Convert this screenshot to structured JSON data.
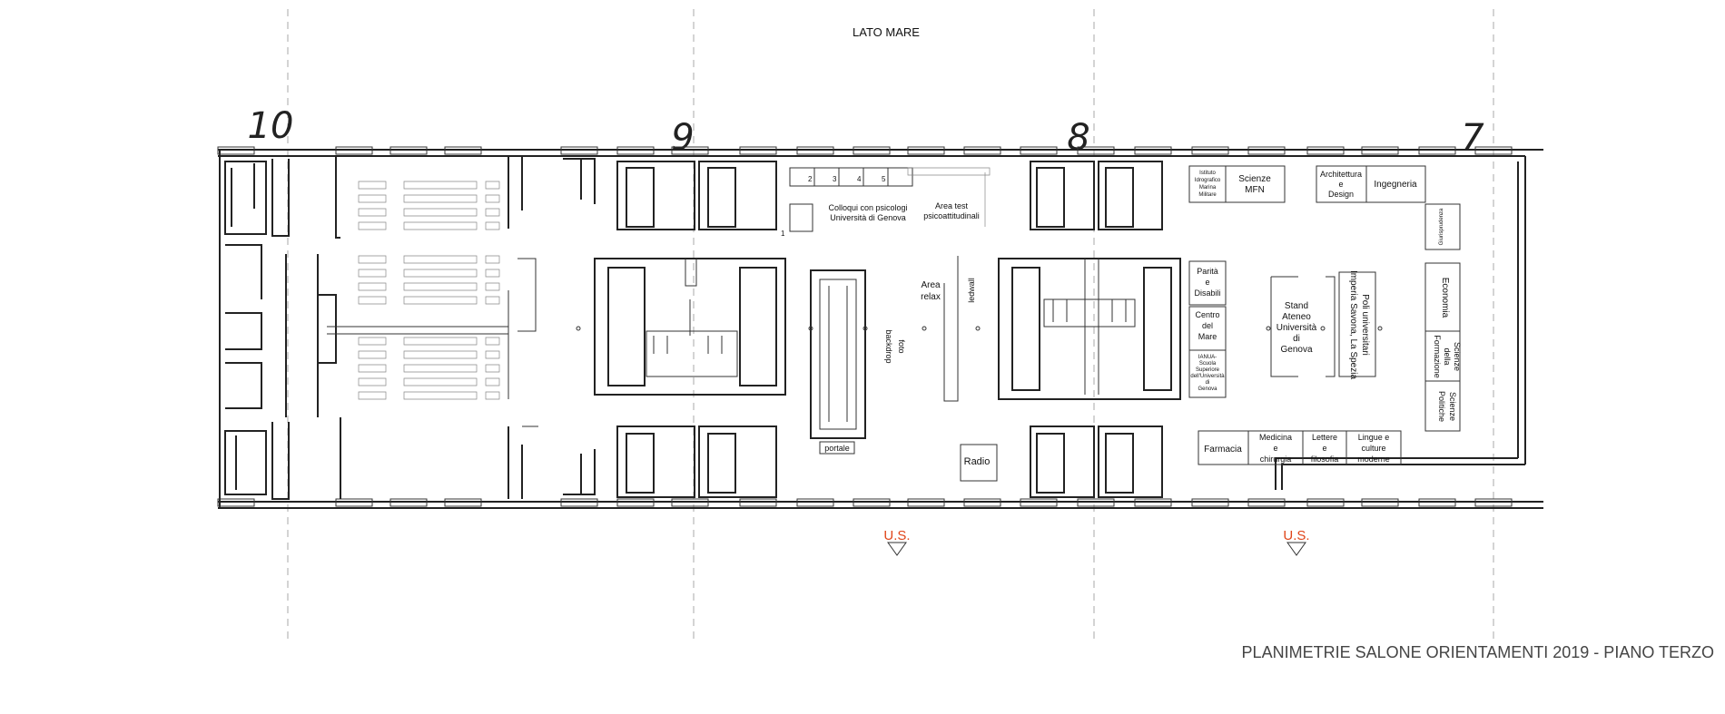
{
  "header": {
    "lato": "LATO MARE"
  },
  "axes": [
    "10",
    "9",
    "8",
    "7"
  ],
  "exits": [
    "U.S.",
    "U.S."
  ],
  "title": "PLANIMETRIE SALONE ORIENTAMENTI 2019 - PIANO TERZO",
  "booths": {
    "marina": [
      "Istituto",
      "Idrografico",
      "Marina",
      "Militare"
    ],
    "scienze_mfn": [
      "Scienze",
      "MFN"
    ],
    "architettura": [
      "Architettura",
      "e",
      "Design"
    ],
    "ingegneria": "Ingegneria",
    "giurisprudenza": "Giurisprudenza",
    "economia": "Economia",
    "formazione": [
      "Scienze",
      "della",
      "Formazione"
    ],
    "politiche": [
      "Scienze",
      "Politiche"
    ],
    "parita": [
      "Parità",
      "e",
      "Disabili"
    ],
    "centro_mare": [
      "Centro",
      "del",
      "Mare"
    ],
    "iANUA": [
      "IANUA-",
      "Scuola",
      "Superiore",
      "dell'Università",
      "di",
      "Genova"
    ],
    "stand": [
      "Stand",
      "Ateneo",
      "Università",
      "di",
      "Genova"
    ],
    "poli": [
      "Poli universitari",
      "Imperia Savona, La Spezia"
    ],
    "farmacia": "Farmacia",
    "medicina": [
      "Medicina",
      "e",
      "chirurgia"
    ],
    "lettere": [
      "Lettere",
      "e",
      "filosofia"
    ],
    "lingue": [
      "Lingue e",
      "culture",
      "moderne"
    ],
    "colloqui": [
      "Colloqui con psicologi",
      "Università di Genova"
    ],
    "area_test": [
      "Area test",
      "psicoattitudinali"
    ],
    "area_relax": [
      "Area",
      "relax"
    ],
    "ledwall": "ledwall",
    "backdrop": [
      "backdrop",
      "foto"
    ],
    "portale": "portale",
    "radio": "Radio",
    "desks": [
      "1",
      "2",
      "3",
      "4",
      "5"
    ]
  }
}
